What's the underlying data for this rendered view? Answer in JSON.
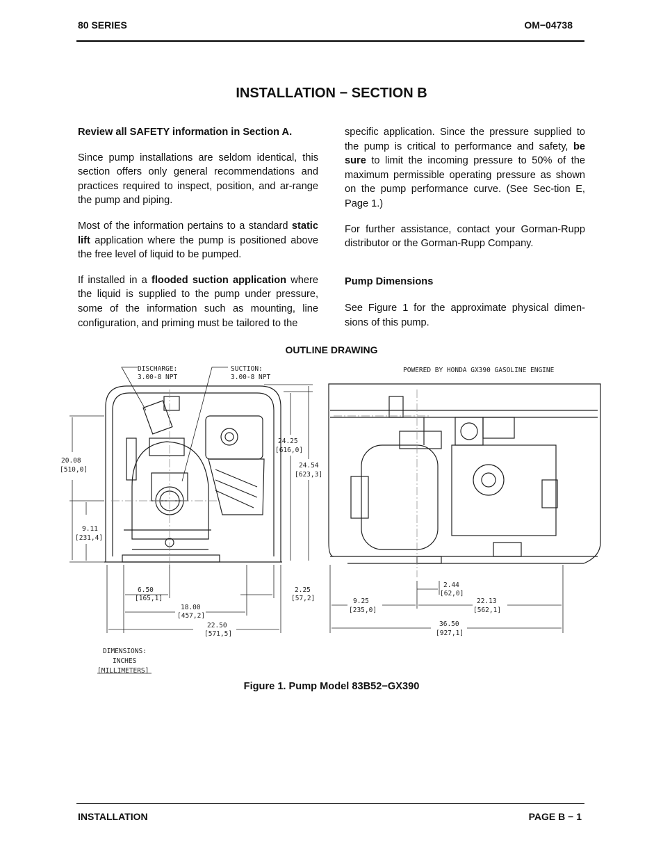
{
  "header": {
    "left": "80 SERIES",
    "right": "OM−04738"
  },
  "title": "INSTALLATION − SECTION B",
  "left_column": {
    "p1": "Review all SAFETY information in Section A.",
    "p2": "Since pump installations are seldom identical, this section offers only general recommendations and practices required to inspect, position, and ar-range the pump and piping.",
    "p3_a": "Most of the information pertains to a standard",
    "p3_b": "static lift",
    "p3_c": "application where the pump is positioned above the free level of liquid to be pumped.",
    "p4_a": "If installed in a",
    "p4_b": "flooded suction application",
    "p4_c": "where the liquid is supplied to the pump under pressure, some of the information such as mounting, line configuration, and priming must be tailored to the"
  },
  "right_column": {
    "p1_a": "specific application. Since the pressure supplied to the pump is critical to performance and safety,",
    "p1_b": "be sure",
    "p1_c": "to limit the incoming pressure to 50% of the maximum permissible operating pressure as shown on the pump performance curve. (See Sec-tion E, Page 1.)",
    "p2": "For further assistance, contact your Gorman-Rupp distributor or the Gorman-Rupp Company.",
    "heading": "Pump Dimensions",
    "p3": "See Figure 1 for the approximate physical dimen-sions of this pump."
  },
  "drawing": {
    "title": "OUTLINE DRAWING",
    "discharge": [
      "DISCHARGE:",
      "3.00-8 NPT"
    ],
    "suction": [
      "SUCTION:",
      "3.00-8 NPT"
    ],
    "powered_by": "POWERED BY HONDA GX390 GASOLINE ENGINE",
    "dims": {
      "d2008": [
        "20.08",
        "[510,0]"
      ],
      "d911": [
        "9.11",
        "[231,4]"
      ],
      "d2425": [
        "24.25",
        "[616,0]"
      ],
      "d2454": [
        "24.54",
        "[623,3]"
      ],
      "d650": [
        "6.50",
        "[165,1]"
      ],
      "d225": [
        "2.25",
        "[57,2]"
      ],
      "d1800": [
        "18.00",
        "[457,2]"
      ],
      "d2250": [
        "22.50",
        "[571,5]"
      ],
      "d244": [
        "2.44",
        "[62,0]"
      ],
      "d925": [
        "9.25",
        "[235,0]"
      ],
      "d2213": [
        "22.13",
        "[562,1]"
      ],
      "d3650": [
        "36.50",
        "[927,1]"
      ]
    },
    "legend": [
      "DIMENSIONS:",
      "INCHES",
      "[MILLIMETERS]"
    ]
  },
  "caption": "Figure 1.  Pump Model 83B52−GX390",
  "footer": {
    "left": "INSTALLATION",
    "right": "PAGE B − 1"
  }
}
